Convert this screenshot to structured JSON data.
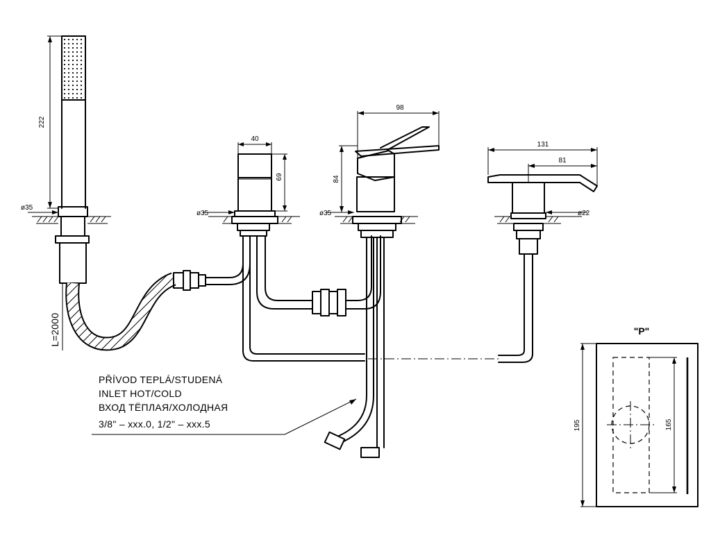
{
  "dimensions": {
    "shower_height": "222",
    "shower_dia": "ø35",
    "hose_length": "L=2000",
    "diverter_width": "40",
    "diverter_height": "69",
    "diverter_dia": "ø35",
    "mixer_width": "98",
    "mixer_height": "84",
    "mixer_dia": "ø35",
    "spout_length": "131",
    "spout_reach": "81",
    "spout_dia": "ø22"
  },
  "inlet_note": {
    "line1": "PŘÍVOD TEPLÁ/STUDENÁ",
    "line2": "INLET HOT/COLD",
    "line3": "ВХОД ТЁПЛАЯ/ХОЛОДНАЯ",
    "line4": "3/8\" – xxx.0,  1/2\" – xxx.5"
  },
  "detail_p": {
    "title": "\"P\"",
    "outer_height": "195",
    "inner_height": "165"
  }
}
